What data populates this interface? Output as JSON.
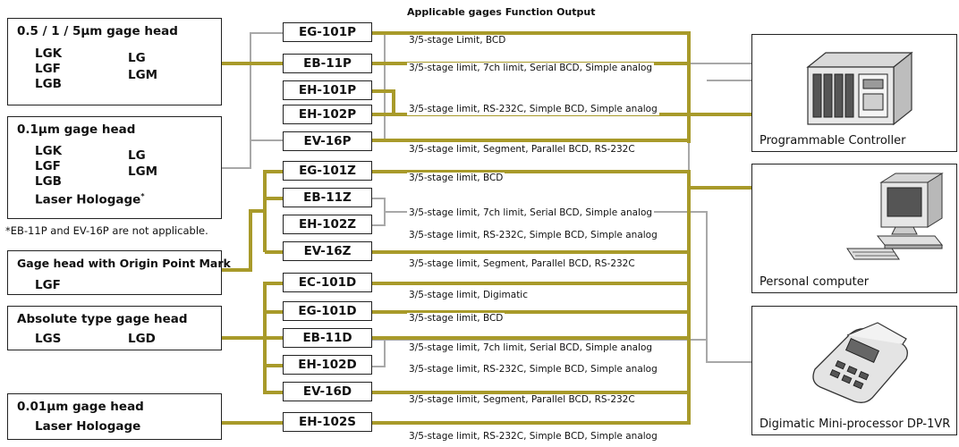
{
  "header": "Applicable gages Function Output",
  "gage_groups": [
    {
      "title": "0.5 / 1 / 5μm gage head",
      "col1": [
        "LGK",
        "LGF",
        "LGB"
      ],
      "col2": [
        "LG",
        "LGM"
      ]
    },
    {
      "title": "0.1μm gage head",
      "col1": [
        "LGK",
        "LGF",
        "LGB"
      ],
      "col2": [
        "LG",
        "LGM"
      ],
      "extra": "Laser Hologage",
      "extra_mark": "*"
    },
    {
      "title": "Gage head with Origin Point Mark",
      "col1": [
        "LGF"
      ]
    },
    {
      "title": "Absolute type gage head",
      "col1": [
        "LGS"
      ],
      "col2": [
        "LGD"
      ]
    },
    {
      "title": "0.01μm gage head",
      "col1": [
        "Laser Hologage"
      ]
    }
  ],
  "footnote": "*EB-11P and EV-16P are not applicable.",
  "units": [
    {
      "name": "EG-101P",
      "function": "3/5-stage Limit, BCD"
    },
    {
      "name": "EB-11P",
      "function": "3/5-stage limit, 7ch limit, Serial BCD, Simple analog"
    },
    {
      "name": "EH-101P",
      "function": "3/5-stage limit, RS-232C, Simple BCD, Simple analog"
    },
    {
      "name": "EH-102P",
      "function": ""
    },
    {
      "name": "EV-16P",
      "function": "3/5-stage limit, Segment, Parallel BCD, RS-232C"
    },
    {
      "name": "EG-101Z",
      "function": "3/5-stage limit, BCD"
    },
    {
      "name": "EB-11Z",
      "function": "3/5-stage limit, 7ch limit, Serial BCD, Simple analog"
    },
    {
      "name": "EH-102Z",
      "function": "3/5-stage limit, RS-232C, Simple BCD, Simple analog"
    },
    {
      "name": "EV-16Z",
      "function": "3/5-stage limit, Segment, Parallel BCD, RS-232C"
    },
    {
      "name": "EC-101D",
      "function": "3/5-stage limit, Digimatic"
    },
    {
      "name": "EG-101D",
      "function": "3/5-stage limit, BCD"
    },
    {
      "name": "EB-11D",
      "function": "3/5-stage limit, 7ch limit, Serial BCD, Simple analog"
    },
    {
      "name": "EH-102D",
      "function": "3/5-stage limit, RS-232C, Simple BCD, Simple analog"
    },
    {
      "name": "EV-16D",
      "function": "3/5-stage limit, Segment, Parallel BCD, RS-232C"
    },
    {
      "name": "EH-102S",
      "function": "3/5-stage limit, RS-232C, Simple BCD, Simple analog"
    }
  ],
  "devices": [
    {
      "label": "Programmable Controller",
      "icon": "plc-icon"
    },
    {
      "label": "Personal computer",
      "icon": "computer-icon"
    },
    {
      "label": "Digimatic Mini-processor DP-1VR",
      "icon": "processor-icon"
    }
  ],
  "colors": {
    "olive": "#A89A2A",
    "gray": "#A8A8A8",
    "border": "#222222"
  }
}
